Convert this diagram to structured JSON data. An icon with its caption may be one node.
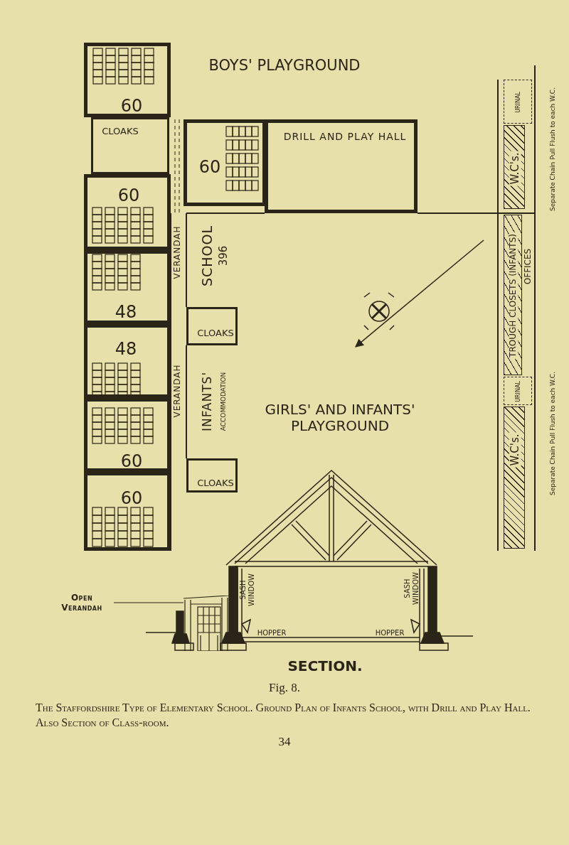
{
  "diagram": {
    "caption": "The Staffordshire Type of Elementary School. Ground Plan of Infants School, with Drill and Play Hall. Also Section of Class-room.",
    "nodes": [
      {
        "text": [
          "60"
        ]
      },
      {
        "text": [
          "CLOAKS"
        ]
      },
      {
        "text": [
          "60"
        ]
      },
      {
        "text": [
          "DRILL AND PLAY HALL"
        ]
      },
      {
        "text": [
          "60"
        ]
      },
      {
        "text": [
          "48"
        ]
      },
      {
        "text": [
          "48"
        ]
      },
      {
        "text": [
          "CLOAKS"
        ]
      },
      {
        "text": [
          "60"
        ]
      },
      {
        "text": [
          "60"
        ]
      },
      {
        "text": [
          "CLOAKS"
        ]
      },
      {
        "text": [
          "URINAL"
        ]
      },
      {
        "text": [
          "W.C's."
        ]
      },
      {
        "text": [
          "TROUGH CLOSETS (INFANTS)"
        ]
      },
      {
        "text": [
          "URINAL"
        ]
      },
      {
        "text": [
          "W.C's."
        ]
      },
      {
        "text": [
          "Open Verandah"
        ]
      },
      {
        "text": [],
        "shape": "picture"
      }
    ],
    "edges": [
      {
        "from": 16,
        "to": 17,
        "arrow": "none"
      }
    ],
    "labels": [
      "BOYS' PLAYGROUND",
      "VERANDAH",
      "SCHOOL",
      "396",
      "VERANDAH",
      "INFANTS'",
      "ACCOMMODATION",
      "GIRLS' AND INFANTS' PLAYGROUND",
      "OFFICES",
      "Separate Chain Pull Flush to each W.C.",
      "Separate Chain Pull Flush to each W.C.",
      "SASH WINDOW",
      "SASH WINDOW",
      "HOPPER",
      "HOPPER",
      "SECTION.",
      "Fig. 8.",
      "34"
    ]
  }
}
